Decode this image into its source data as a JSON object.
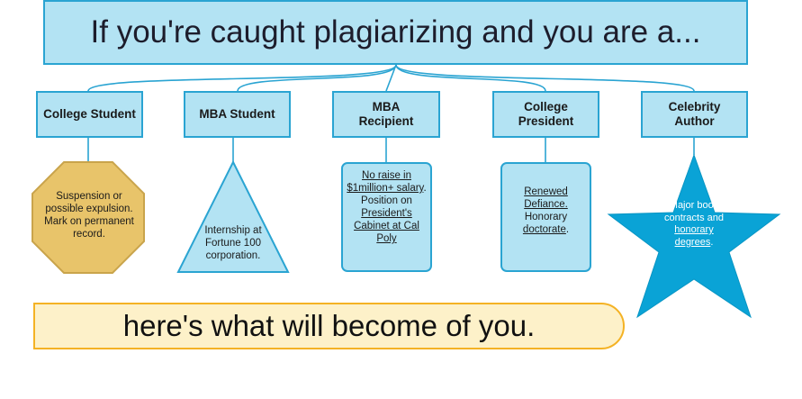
{
  "title": "If you're caught plagiarizing and you are a...",
  "categories": [
    {
      "label": "College Student"
    },
    {
      "label": "MBA Student"
    },
    {
      "label": "MBA Recipient"
    },
    {
      "label": "College President"
    },
    {
      "label": "Celebrity Author"
    }
  ],
  "outcomes": {
    "college_student": "Suspension or possible expulsion. Mark on permanent record.",
    "mba_student": "Internship at Fortune 100 corporation.",
    "mba_recipient": {
      "link1": "No raise in $1million+ salary",
      "text1": ". Position on ",
      "link2": "President's Cabinet at Cal Poly"
    },
    "college_president": {
      "link1": "Renewed Defiance.",
      "text1": " Honorary ",
      "link2": "doctorate",
      "text2": "."
    },
    "celebrity_author": {
      "text1": "Major book contracts and ",
      "link1": "honorary degrees",
      "text2": "."
    }
  },
  "conclusion": "here's what will become of you.",
  "colors": {
    "box_fill": "#b3e3f3",
    "box_border": "#2aa4d2",
    "octagon_fill": "#e8c46a",
    "octagon_border": "#c9a44b",
    "star_fill": "#0aa3d6",
    "bottom_fill": "#fdf1c9",
    "bottom_border": "#f4b224"
  }
}
